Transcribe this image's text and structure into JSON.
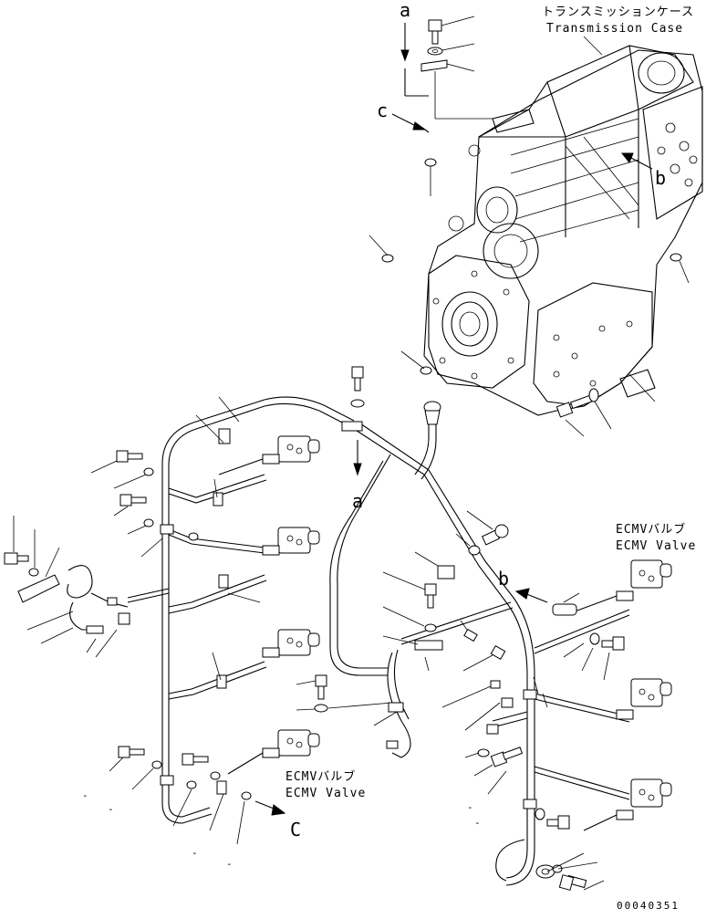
{
  "labels": {
    "transmission_case_jp": "トランスミッションケース",
    "transmission_case_en": "Transmission Case",
    "ecmv_valve_upper_jp": "ECMVバルブ",
    "ecmv_valve_upper_en": "ECMV Valve",
    "ecmv_valve_lower_jp": "ECMVバルブ",
    "ecmv_valve_lower_en": "ECMV Valve",
    "callout_a_top": "a",
    "callout_a_mid": "a",
    "callout_b_right": "b",
    "callout_b_mid": "b",
    "callout_c_top": "c",
    "callout_c_bottom": "C",
    "drawing_number": "00040351"
  },
  "icons": {
    "transmission": "transmission-case-icon",
    "valve": "ecmv-valve-icon",
    "bolt": "bolt-icon",
    "washer": "washer-icon",
    "clamp": "clamp-icon",
    "connector": "connector-icon"
  }
}
